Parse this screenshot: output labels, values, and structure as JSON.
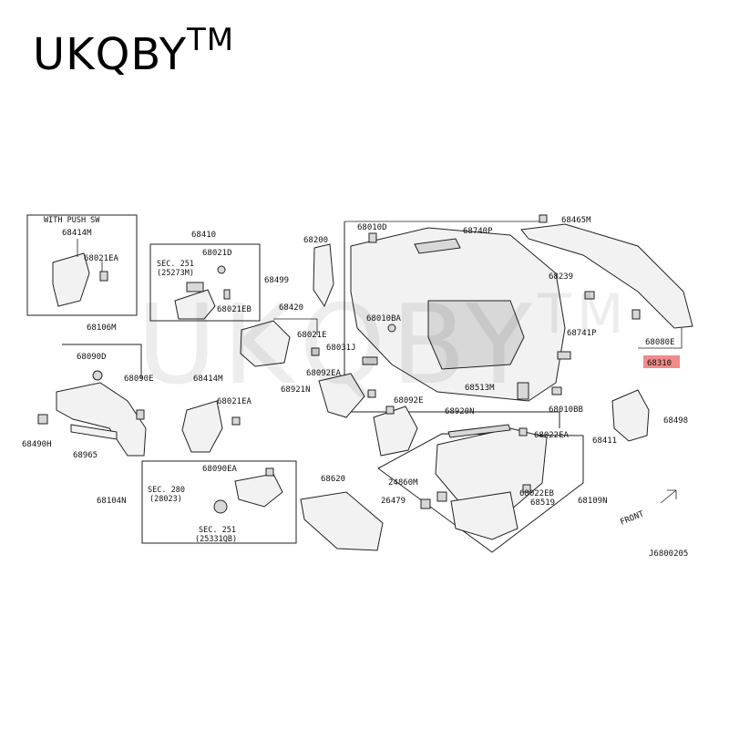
{
  "brand": {
    "name": "UKQBY",
    "mark": "TM"
  },
  "watermark": {
    "text": "UKQBY",
    "mark": "TM"
  },
  "diagram": {
    "code": "J6800205",
    "front_label": "FRONT",
    "highlight_color": "#f28b8b",
    "inset_title": "WITH PUSH SW",
    "labels": {
      "l68414M_a": "68414M",
      "l68021EA_a": "68021EA",
      "l68410": "68410",
      "l68021D": "68021D",
      "lSEC251a": "SEC. 251",
      "l25273M": "(25273M)",
      "l68021EB_a": "68021EB",
      "l68200": "68200",
      "l68010D": "68010D",
      "l68740P": "68740P",
      "l68465M": "68465M",
      "l68499": "68499",
      "l68239": "68239",
      "l68420": "68420",
      "l68010BA": "68010BA",
      "l68106M": "68106M",
      "l68021E": "68021E",
      "l68031J": "68031J",
      "l68741P": "68741P",
      "l68080E": "68080E",
      "l68310": "68310",
      "l68090D": "68090D",
      "l68090E": "68090E",
      "l68414M_b": "68414M",
      "l68092EA": "68092EA",
      "l68921N": "68921N",
      "l68513M": "68513M",
      "l68010BB": "68010BB",
      "l68021EA_b": "68021EA",
      "l68092E": "68092E",
      "l68920N": "68920N",
      "l68498": "68498",
      "l68490H": "68490H",
      "l68965": "68965",
      "l68022EA": "68022EA",
      "l68411": "68411",
      "l68090EA": "68090EA",
      "lSEC280": "SEC. 280",
      "l28023": "(28023)",
      "l68104N": "68104N",
      "l68620": "68620",
      "l24860M": "24860M",
      "l68022EB": "68022EB",
      "l26479": "26479",
      "l68519": "68519",
      "l68109N": "68109N",
      "lSEC251b": "SEC. 251",
      "l25331QB": "(25331QB)"
    }
  }
}
